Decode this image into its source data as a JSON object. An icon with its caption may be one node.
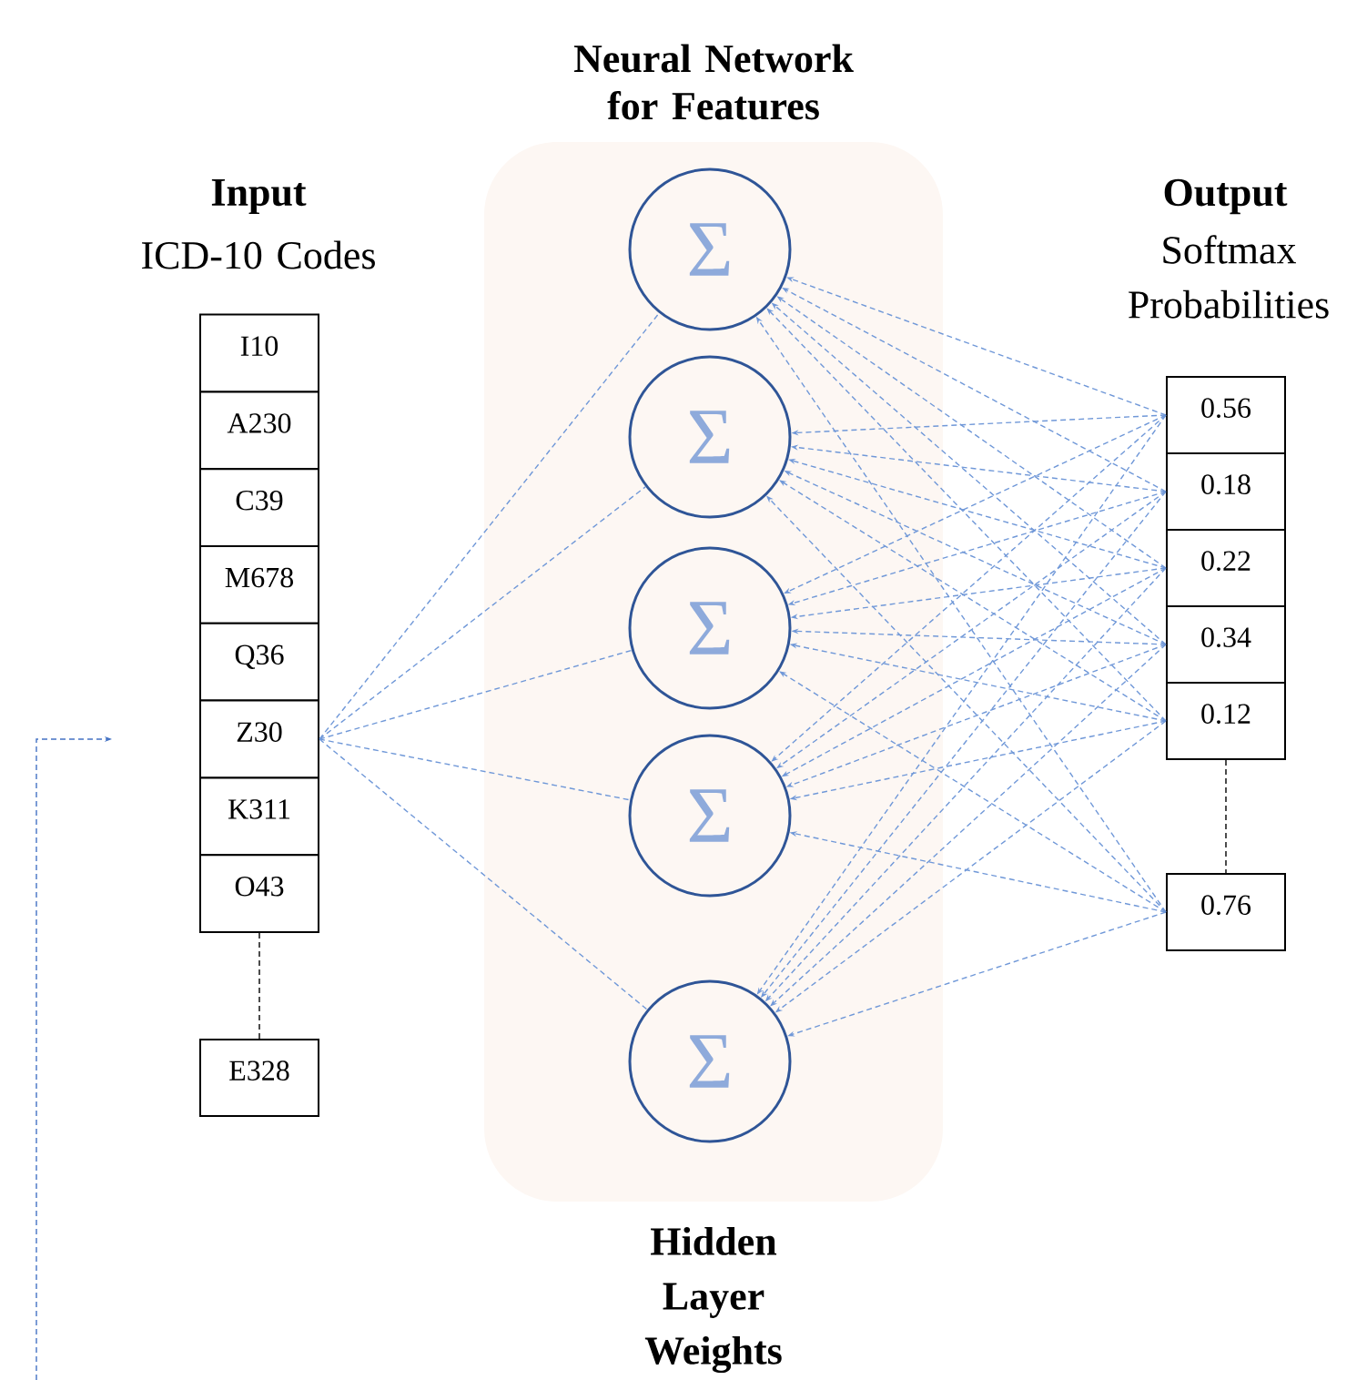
{
  "diagram": {
    "nodes": [
      {
        "text": [
          "Neural Network for Features",
          "Hidden Layer Weights"
        ]
      },
      {
        "text": [
          "I10"
        ]
      },
      {
        "text": [
          "A230"
        ]
      },
      {
        "text": [
          "C39"
        ]
      },
      {
        "text": [
          "M678"
        ]
      },
      {
        "text": [
          "Q36"
        ]
      },
      {
        "text": [
          "Z30"
        ]
      },
      {
        "text": [
          "K311"
        ]
      },
      {
        "text": [
          "O43"
        ]
      },
      {
        "text": [
          "E328"
        ]
      },
      {
        "text": [
          "Σ"
        ],
        "in": 0
      },
      {
        "text": [
          "Σ"
        ],
        "in": 0
      },
      {
        "text": [
          "Σ"
        ],
        "in": 0
      },
      {
        "text": [
          "Σ"
        ],
        "in": 0
      },
      {
        "text": [
          "Σ"
        ],
        "in": 0
      },
      {
        "text": [
          "0.56"
        ]
      },
      {
        "text": [
          "0.18"
        ]
      },
      {
        "text": [
          "0.22"
        ]
      },
      {
        "text": [
          "0.34"
        ]
      },
      {
        "text": [
          "0.12"
        ]
      },
      {
        "text": [
          "0.76"
        ]
      }
    ],
    "edges": [
      {
        "from": 6,
        "to": 10,
        "arrow": "none",
        "style": "dashed"
      },
      {
        "from": 6,
        "to": 11,
        "arrow": "none",
        "style": "dashed"
      },
      {
        "from": 6,
        "to": 12,
        "arrow": "none",
        "style": "dashed"
      },
      {
        "from": 6,
        "to": 13,
        "arrow": "none",
        "style": "dashed"
      },
      {
        "from": 6,
        "to": 14,
        "arrow": "none",
        "style": "dashed"
      },
      {
        "from": 15,
        "to": 10,
        "arrow": "to",
        "style": "dashed"
      },
      {
        "from": 16,
        "to": 10,
        "arrow": "to",
        "style": "dashed"
      },
      {
        "from": 17,
        "to": 10,
        "arrow": "to",
        "style": "dashed"
      },
      {
        "from": 18,
        "to": 10,
        "arrow": "to",
        "style": "dashed"
      },
      {
        "from": 19,
        "to": 10,
        "arrow": "to",
        "style": "dashed"
      },
      {
        "from": 20,
        "to": 10,
        "arrow": "to",
        "style": "dashed"
      },
      {
        "from": 15,
        "to": 11,
        "arrow": "to",
        "style": "dashed"
      },
      {
        "from": 16,
        "to": 11,
        "arrow": "to",
        "style": "dashed"
      },
      {
        "from": 17,
        "to": 11,
        "arrow": "to",
        "style": "dashed"
      },
      {
        "from": 18,
        "to": 11,
        "arrow": "to",
        "style": "dashed"
      },
      {
        "from": 19,
        "to": 11,
        "arrow": "to",
        "style": "dashed"
      },
      {
        "from": 20,
        "to": 11,
        "arrow": "to",
        "style": "dashed"
      },
      {
        "from": 15,
        "to": 12,
        "arrow": "to",
        "style": "dashed"
      },
      {
        "from": 16,
        "to": 12,
        "arrow": "to",
        "style": "dashed"
      },
      {
        "from": 17,
        "to": 12,
        "arrow": "to",
        "style": "dashed"
      },
      {
        "from": 18,
        "to": 12,
        "arrow": "to",
        "style": "dashed"
      },
      {
        "from": 19,
        "to": 12,
        "arrow": "to",
        "style": "dashed"
      },
      {
        "from": 20,
        "to": 12,
        "arrow": "to",
        "style": "dashed"
      },
      {
        "from": 15,
        "to": 13,
        "arrow": "to",
        "style": "dashed"
      },
      {
        "from": 16,
        "to": 13,
        "arrow": "to",
        "style": "dashed"
      },
      {
        "from": 17,
        "to": 13,
        "arrow": "to",
        "style": "dashed"
      },
      {
        "from": 18,
        "to": 13,
        "arrow": "to",
        "style": "dashed"
      },
      {
        "from": 19,
        "to": 13,
        "arrow": "to",
        "style": "dashed"
      },
      {
        "from": 20,
        "to": 13,
        "arrow": "to",
        "style": "dashed"
      },
      {
        "from": 15,
        "to": 14,
        "arrow": "to",
        "style": "dashed"
      },
      {
        "from": 16,
        "to": 14,
        "arrow": "to",
        "style": "dashed"
      },
      {
        "from": 17,
        "to": 14,
        "arrow": "to",
        "style": "dashed"
      },
      {
        "from": 18,
        "to": 14,
        "arrow": "to",
        "style": "dashed"
      },
      {
        "from": 19,
        "to": 14,
        "arrow": "to",
        "style": "dashed"
      },
      {
        "from": 20,
        "to": 14,
        "arrow": "to",
        "style": "dashed"
      },
      {
        "from": 8,
        "to": 9,
        "arrow": "none",
        "style": "dashed",
        "color": "#000000"
      },
      {
        "from": 19,
        "to": 20,
        "arrow": "none",
        "style": "dashed",
        "color": "#000000"
      },
      {
        "from": null,
        "to": 6,
        "arrow": "to",
        "style": "dashed",
        "color": "#4472c4"
      }
    ],
    "labels": [
      "Input",
      "ICD-10 Codes",
      "Output",
      "Softmax Probabilities"
    ]
  }
}
